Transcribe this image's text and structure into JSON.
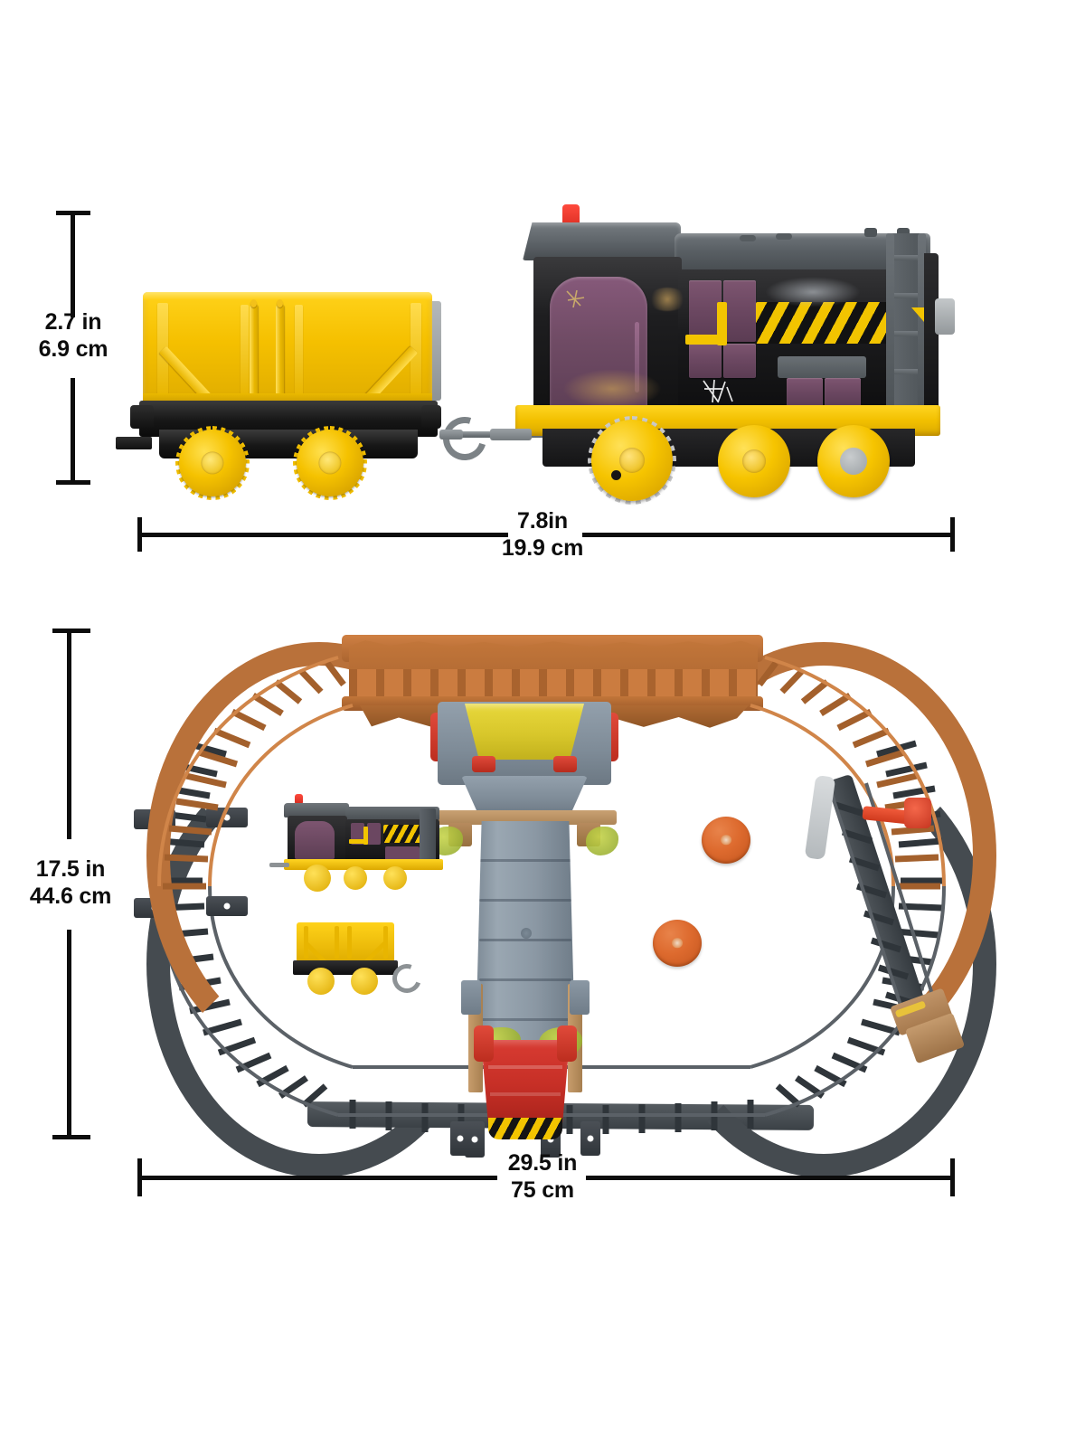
{
  "page": {
    "background_color": "#ffffff",
    "type": "product-dimension-diagram",
    "panels": 2
  },
  "dimensions": {
    "product_height": {
      "label_imperial": "2.7 in",
      "label_metric": "6.9 cm",
      "orientation": "vertical",
      "applies_to": "train-engine-and-wagon"
    },
    "product_length": {
      "label_imperial": "7.8in",
      "label_metric": "19.9 cm",
      "orientation": "horizontal",
      "applies_to": "train-engine-and-wagon"
    },
    "playset_depth": {
      "label_imperial": "17.5 in",
      "label_metric": "44.6 cm",
      "orientation": "vertical",
      "applies_to": "assembled-track-layout"
    },
    "playset_width": {
      "label_imperial": "29.5 in",
      "label_metric": "75 cm",
      "orientation": "horizontal",
      "applies_to": "assembled-track-layout"
    }
  },
  "top_panel": {
    "name": "side-view-train",
    "items": [
      {
        "name": "cargo-wagon",
        "color": "#f5c000",
        "description": "yellow open wagon with X-brace side panels"
      },
      {
        "name": "coupler",
        "color": "#7c8286",
        "description": "gray hook-and-loop coupler"
      },
      {
        "name": "diesel-engine",
        "color": "#1b1b1d",
        "description": "black diesel shunter with purple windows and yellow chassis"
      }
    ],
    "engine_details": {
      "roof_color": "#5a6065",
      "body_color": "#1b1b1d",
      "window_color": "#6b4761",
      "chassis_color": "#f2c000",
      "whistle_color": "#d52a1e",
      "hazard_colors": [
        "#f2c400",
        "#121212"
      ],
      "ladder_color": "#565c60",
      "wheel_color": "#f6c400",
      "hub_color": "#9aa0a3"
    },
    "wagon_details": {
      "body_color": "#f5c000",
      "chassis_color": "#171717",
      "gear_wheel_color": "#f5c200"
    }
  },
  "bottom_panel": {
    "name": "assembled-playset-top-view",
    "items": [
      {
        "name": "elevated-bridge-track",
        "color": "#c2763a",
        "description": "brown rock-edged elevated bridge span across top"
      },
      {
        "name": "brown-curved-track",
        "color": "#c97c3f",
        "description": "brown curved track sections forming upper oval"
      },
      {
        "name": "gray-curved-track",
        "color": "#4a5055",
        "description": "dark gray curved track sections forming lower oval"
      },
      {
        "name": "track-switch",
        "color": "#4a5055",
        "description": "gray switch turnout with red lever on right side"
      },
      {
        "name": "switch-lever",
        "color": "#cf3a1e",
        "description": "red switch control lever"
      },
      {
        "name": "crusher-tower",
        "color": "#8b98a4",
        "description": "gray central tower with yellow hopper on top and red chute at base"
      },
      {
        "name": "hopper-bucket",
        "color": "#d8c72b",
        "description": "yellow tipping hopper at tower top"
      },
      {
        "name": "red-chute",
        "color": "#c62f26",
        "description": "red delivery chute at tower base with hazard stripe"
      },
      {
        "name": "cargo-disc",
        "color": "#dd6a2e",
        "description": "orange cargo disc"
      },
      {
        "name": "cargo-disc",
        "color": "#dd6a2e",
        "description": "orange cargo disc"
      },
      {
        "name": "diesel-engine-small",
        "color": "#1b1b1d",
        "description": "black diesel engine placed inside oval"
      },
      {
        "name": "cargo-wagon-small",
        "color": "#f5c000",
        "description": "yellow wagon placed inside oval"
      },
      {
        "name": "brown-track-end",
        "color": "#a6794d",
        "description": "tan track end ramp on lower right"
      }
    ],
    "track_colors": {
      "brown_rail": "#c97c3f",
      "brown_rail_dark": "#a3602c",
      "gray_rail": "#4a5055",
      "gray_rail_dark": "#333a3f",
      "bracket": "#2b3035"
    }
  }
}
